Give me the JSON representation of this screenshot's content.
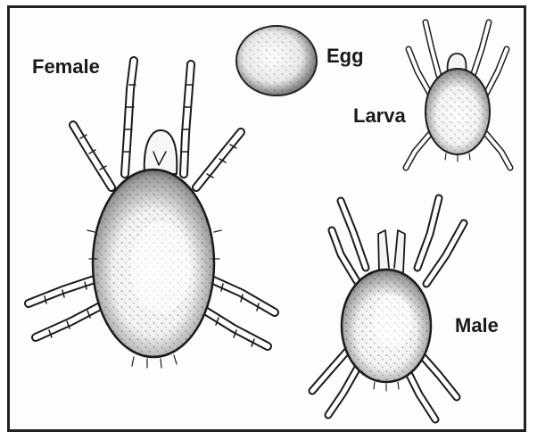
{
  "labels": {
    "female": "Female",
    "egg": "Egg",
    "larva": "Larva",
    "male": "Male"
  },
  "colors": {
    "ink": "#1a1a1a",
    "paper": "#fdfdfc"
  }
}
